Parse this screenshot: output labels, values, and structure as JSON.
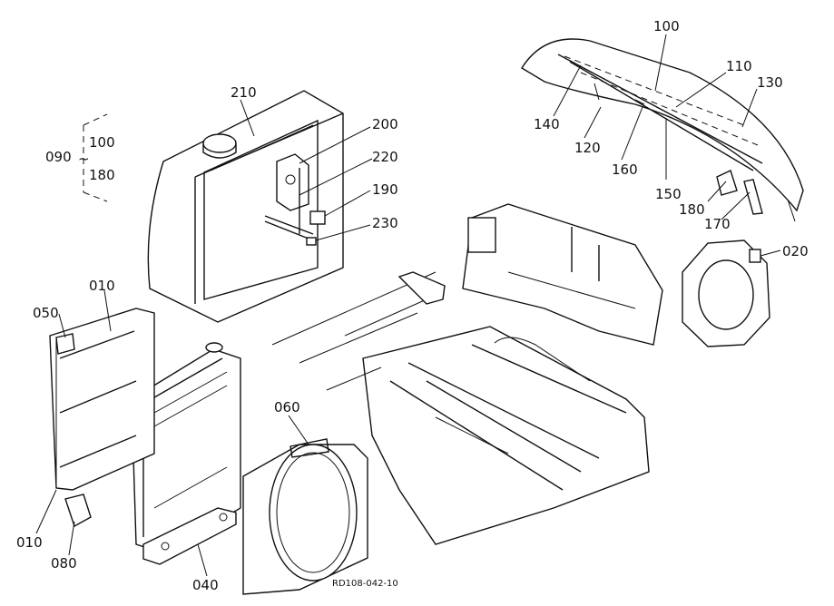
{
  "labels": {
    "p010_top": "010",
    "p010_bottom": "010",
    "p020": "020",
    "p040": "040",
    "p050": "050",
    "p060": "060",
    "p080": "080",
    "p090": "090",
    "p090_range_start": "100",
    "p090_range_tilde": "~",
    "p090_range_end": "180",
    "p100": "100",
    "p110": "110",
    "p120": "120",
    "p130": "130",
    "p140": "140",
    "p150": "150",
    "p160": "160",
    "p170": "170",
    "p180": "180",
    "p190": "190",
    "p200": "200",
    "p210": "210",
    "p220": "220",
    "p230": "230"
  },
  "drawing_code": "RD108-042-10"
}
